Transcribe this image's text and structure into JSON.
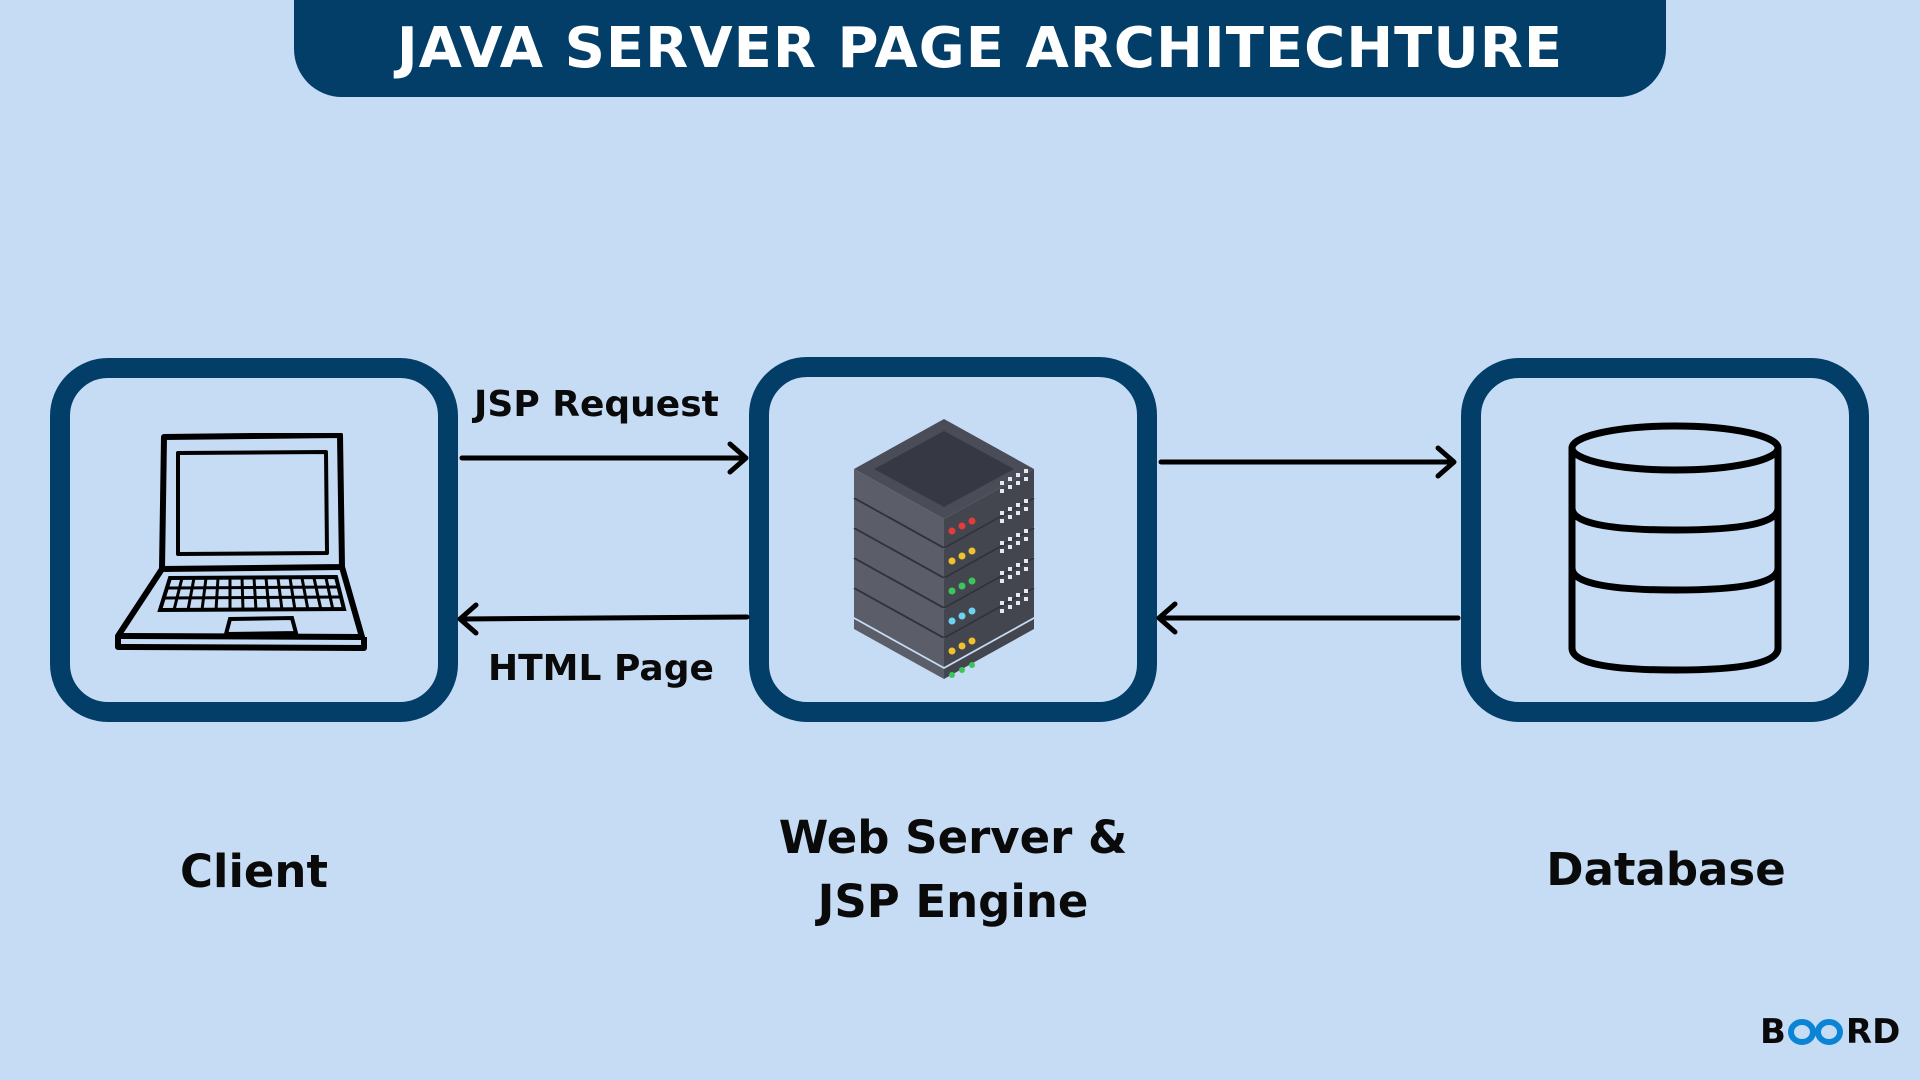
{
  "title": "JAVA SERVER PAGE ARCHITECHTURE",
  "nodes": {
    "client": {
      "label": "Client",
      "icon": "laptop-icon"
    },
    "server": {
      "label_line1": "Web Server &",
      "label_line2": "JSP Engine",
      "icon": "server-rack-icon"
    },
    "database": {
      "label": "Database",
      "icon": "database-icon"
    }
  },
  "edges": [
    {
      "from": "client",
      "to": "server",
      "label": "JSP Request"
    },
    {
      "from": "server",
      "to": "client",
      "label": "HTML Page"
    },
    {
      "from": "server",
      "to": "database",
      "label": ""
    },
    {
      "from": "database",
      "to": "server",
      "label": ""
    }
  ],
  "brand": {
    "text_left": "B",
    "text_right": "RD",
    "accent": "#0b84d6"
  },
  "colors": {
    "background": "#c6dcf5",
    "frame": "#023e68"
  }
}
